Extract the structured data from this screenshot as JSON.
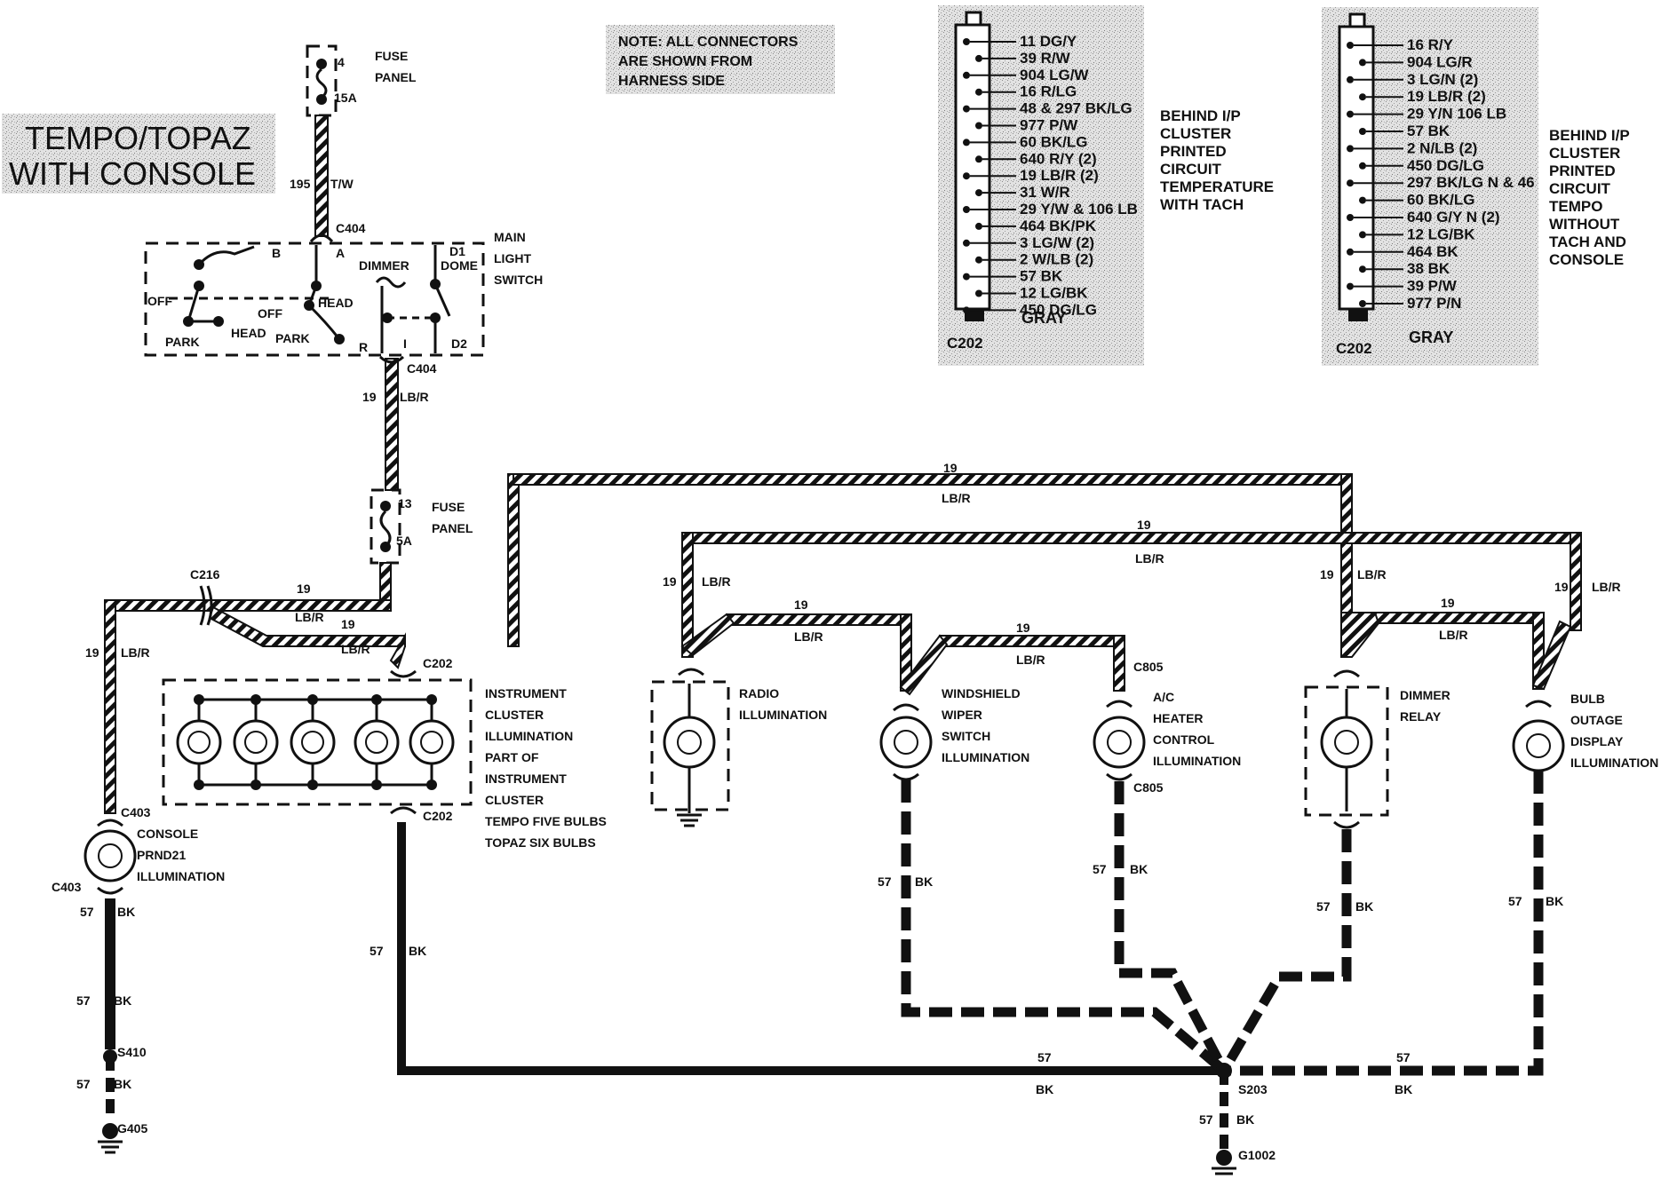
{
  "title": {
    "line1": "TEMPO/TOPAZ",
    "line2": "WITH CONSOLE"
  },
  "note": {
    "line1": "NOTE: ALL CONNECTORS",
    "line2": "ARE SHOWN FROM",
    "line3": "HARNESS SIDE"
  },
  "fuse_top": {
    "number": "4",
    "amp": "15A",
    "label1": "FUSE",
    "label2": "PANEL"
  },
  "wire_195": {
    "num": "195",
    "color": "T/W"
  },
  "c404_top": "C404",
  "main_switch": {
    "label1": "MAIN",
    "label2": "LIGHT",
    "label3": "SWITCH",
    "b": "B",
    "a": "A",
    "dimmer": "DIMMER",
    "d1": "D1",
    "dome": "DOME",
    "off1": "OFF",
    "off2": "OFF",
    "head1": "HEAD",
    "head2": "HEAD",
    "park1": "PARK",
    "park2": "PARK",
    "r": "R",
    "i": "I",
    "d2": "D2"
  },
  "c404_bottom": "C404",
  "wire_num": "19",
  "wire_color": "LB/R",
  "fuse_mid": {
    "number": "13",
    "amp": "5A",
    "label1": "FUSE",
    "label2": "PANEL"
  },
  "c216": "C216",
  "c202_top": "C202",
  "c202_bottom": "C202",
  "cluster": {
    "l1": "INSTRUMENT",
    "l2": "CLUSTER",
    "l3": "ILLUMINATION",
    "l4": "PART OF",
    "l5": "INSTRUMENT",
    "l6": "CLUSTER",
    "l7": "TEMPO FIVE BULBS",
    "l8": "TOPAZ SIX BULBS"
  },
  "console": {
    "c403_top": "C403",
    "c403_bottom": "C403",
    "l1": "CONSOLE",
    "l2": "PRND21",
    "l3": "ILLUMINATION"
  },
  "ground_num": "57",
  "ground_color": "BK",
  "s410": "S410",
  "g405": "G405",
  "radio": {
    "l1": "RADIO",
    "l2": "ILLUMINATION"
  },
  "wiper": {
    "l1": "WINDSHIELD",
    "l2": "WIPER",
    "l3": "SWITCH",
    "l4": "ILLUMINATION"
  },
  "ac": {
    "c805_top": "C805",
    "c805_bottom": "C805",
    "l1": "A/C",
    "l2": "HEATER",
    "l3": "CONTROL",
    "l4": "ILLUMINATION"
  },
  "dimmer_relay": {
    "l1": "DIMMER",
    "l2": "RELAY"
  },
  "bulb_outage": {
    "l1": "BULB",
    "l2": "OUTAGE",
    "l3": "DISPLAY",
    "l4": "ILLUMINATION"
  },
  "s203": "S203",
  "g1002": "G1002",
  "c202_left": {
    "pins": [
      "11 DG/Y",
      "39 R/W",
      "904 LG/W",
      "16 R/LG",
      "48 & 297 BK/LG",
      "977 P/W",
      "60 BK/LG",
      "640 R/Y (2)",
      "19 LB/R (2)",
      "31 W/R",
      "29 Y/W & 106 LB",
      "464 BK/PK",
      "3 LG/W (2)",
      "2 W/LB (2)",
      "57 BK",
      "12 LG/BK",
      "450 DG/LG"
    ],
    "gray": "GRAY",
    "name": "C202",
    "desc": [
      "BEHIND I/P",
      "CLUSTER",
      "PRINTED",
      "CIRCUIT",
      "TEMPERATURE",
      "WITH TACH"
    ]
  },
  "c202_right": {
    "pins": [
      "16 R/Y",
      "904 LG/R",
      "3 LG/N (2)",
      "19 LB/R (2)",
      "29 Y/N 106 LB",
      "57 BK",
      "2 N/LB (2)",
      "450 DG/LG",
      "297 BK/LG N & 46",
      "60 BK/LG",
      "640 G/Y N (2)",
      "12 LG/BK",
      "464 BK",
      "38 BK",
      "39 P/W",
      "977 P/N"
    ],
    "gray": "GRAY",
    "name": "C202",
    "desc": [
      "BEHIND I/P",
      "CLUSTER",
      "PRINTED",
      "CIRCUIT",
      "TEMPO",
      "WITHOUT",
      "TACH AND",
      "CONSOLE"
    ]
  }
}
